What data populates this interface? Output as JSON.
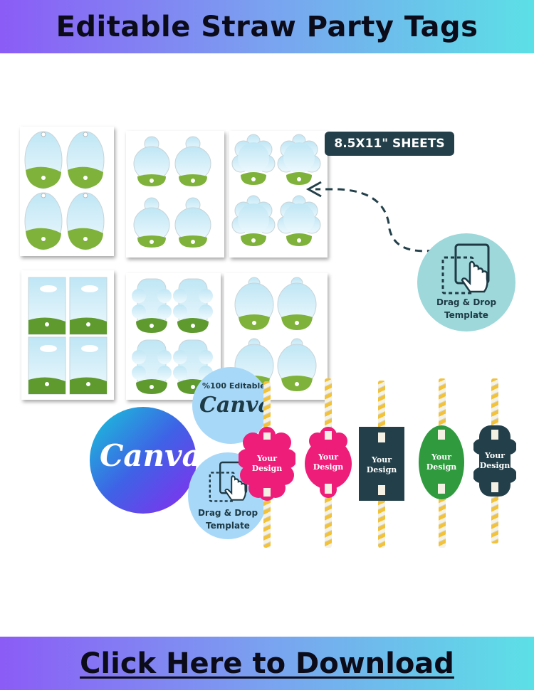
{
  "header": {
    "title": "Editable Straw Party Tags"
  },
  "sheets_label": "8.5X11\" SHEETS",
  "drag_drop_badge": {
    "line1": "Drag & Drop",
    "line2": "Template",
    "icon": "drag-drop-hand-icon"
  },
  "canva_logo": {
    "text": "Canva",
    "color_start": "#18b8d8",
    "color_end": "#7a2ff0"
  },
  "editable_badge": {
    "label": "%100 Editable",
    "logo_text": "Canva"
  },
  "drag_drop_badge_2": {
    "line1": "Drag & Drop",
    "line2": "Template"
  },
  "tags": [
    {
      "shape": "scalloped",
      "color": "#ee1d7a",
      "line1": "Your",
      "line2": "Design"
    },
    {
      "shape": "scalloped-oval",
      "color": "#ee1d7a",
      "line1": "Your",
      "line2": "Design"
    },
    {
      "shape": "rectangle",
      "color": "#23404a",
      "line1": "Your",
      "line2": "Design"
    },
    {
      "shape": "oval",
      "color": "#2f9a3e",
      "line1": "Your",
      "line2": "Design"
    },
    {
      "shape": "cloud",
      "color": "#23404a",
      "line1": "Your",
      "line2": "Design"
    }
  ],
  "footer": {
    "cta": "Click Here to Download"
  }
}
